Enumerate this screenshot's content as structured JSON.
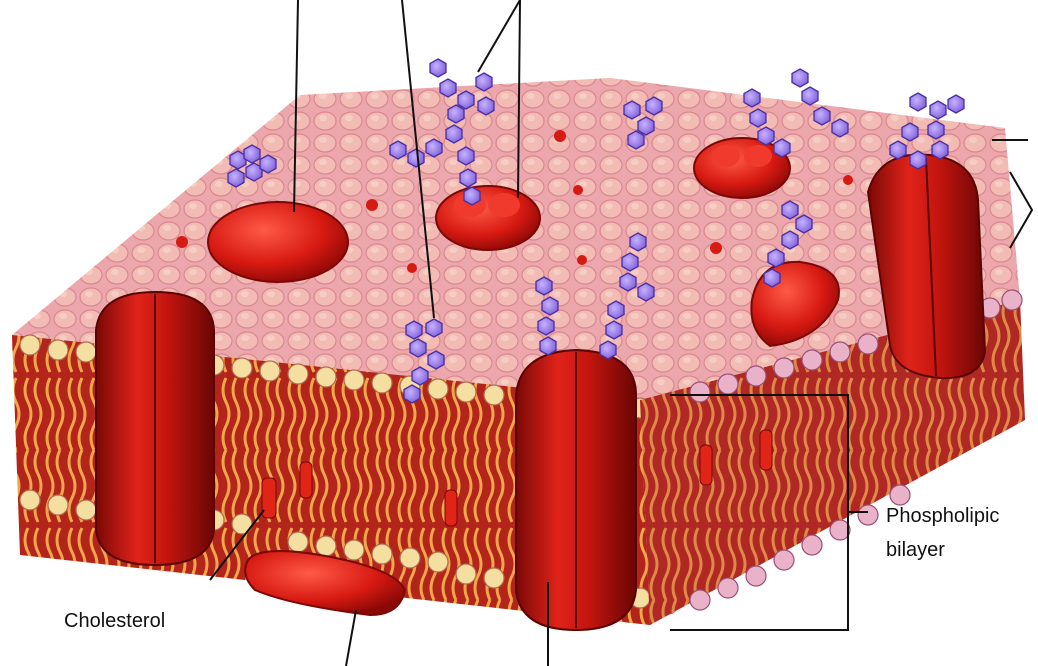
{
  "labels": {
    "cholesterol": "Cholesterol",
    "phospholipid_line1": "Phospholipic",
    "phospholipid_line2": "bilayer"
  },
  "colors": {
    "membrane_surface": "#f2b4b2",
    "phospholipid_head": "#f4dfa0",
    "lipid_tail": "#e8963a",
    "protein": "#d81c16",
    "protein_dark": "#8c0a08",
    "carbohydrate": "#9a7ce6",
    "leader_line": "#111111"
  }
}
